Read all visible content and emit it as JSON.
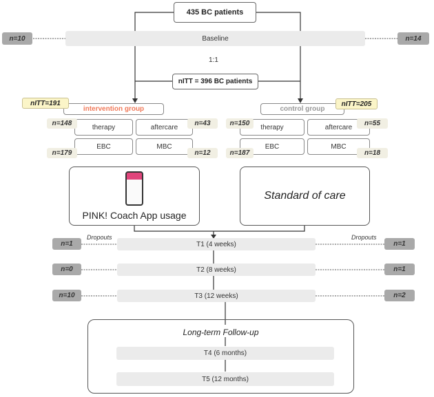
{
  "top": {
    "enrolled": "435 BC patients",
    "baseline": "Baseline",
    "ratio": "1:1",
    "nitt": "nITT = 396 BC patients",
    "baseline_dropout_left": "n=10",
    "baseline_dropout_right": "n=14"
  },
  "intervention": {
    "title": "intervention group",
    "nitt": "nITT=191",
    "therapy": "therapy",
    "aftercare": "aftercare",
    "ebc": "EBC",
    "mbc": "MBC",
    "n_therapy": "n=148",
    "n_aftercare": "n=43",
    "n_ebc": "n=179",
    "n_mbc": "n=12",
    "action": "PINK! Coach App usage"
  },
  "control": {
    "title": "control group",
    "nitt": "nITT=205",
    "therapy": "therapy",
    "aftercare": "aftercare",
    "ebc": "EBC",
    "mbc": "MBC",
    "n_therapy": "n=150",
    "n_aftercare": "n=55",
    "n_ebc": "n=187",
    "n_mbc": "n=18",
    "action": "Standard of care"
  },
  "dropouts_label": "Dropouts",
  "timepoints": [
    {
      "label": "T1 (4 weeks)",
      "left": "n=1",
      "right": "n=1"
    },
    {
      "label": "T2 (8 weeks)",
      "left": "n=0",
      "right": "n=1"
    },
    {
      "label": "T3 (12 weeks)",
      "left": "n=10",
      "right": "n=2"
    }
  ],
  "followup": {
    "title": "Long-term Follow-up",
    "t4": "T4 (6 months)",
    "t5": "T5 (12 months)"
  },
  "colors": {
    "intervention": "#f07a5a",
    "control": "#999999",
    "badge": "#fbf5c8"
  }
}
